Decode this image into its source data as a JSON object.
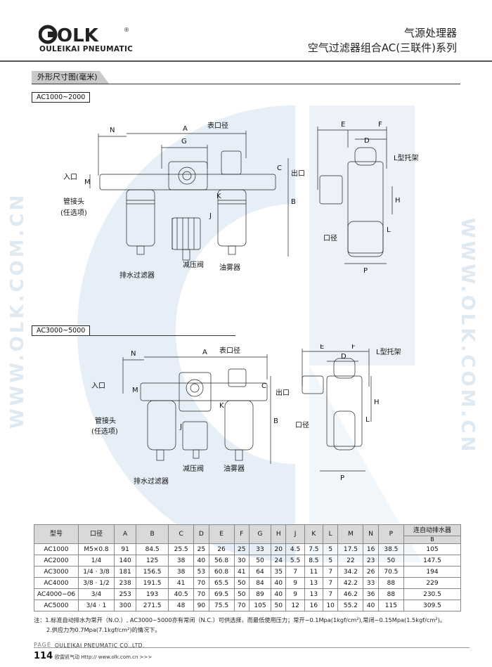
{
  "header": {
    "brand_name": "OLK",
    "brand_sub": "OULEIKAI PNEUMATIC",
    "reg_mark": "®",
    "title_line1": "气源处理器",
    "title_line2": "空气过滤器组合AC(三联件)系列"
  },
  "watermark": {
    "text": "WWW.OLK.COM.CN"
  },
  "section": {
    "title": "外形尺寸图(毫米)",
    "drawing1_label": "AC1000~2000",
    "drawing2_label": "AC3000~5000"
  },
  "drawing1": {
    "dims": [
      "N",
      "A",
      "G",
      "M",
      "C",
      "J",
      "K",
      "B",
      "E",
      "F",
      "D",
      "H",
      "L",
      "P"
    ],
    "callouts": {
      "inlet": "入口",
      "gauge_port": "表口径",
      "outlet": "出口",
      "pipe_joint": "管接头",
      "optional": "(任选项)",
      "regulator": "减压阀",
      "lubricator": "油雾器",
      "drain_filter": "排水过滤器",
      "l_bracket": "L型托架",
      "port_size": "口径"
    }
  },
  "drawing2": {
    "dims": [
      "N",
      "A",
      "M",
      "C",
      "J",
      "K",
      "B",
      "E",
      "F",
      "D",
      "H",
      "L",
      "P"
    ],
    "callouts": {
      "inlet": "入口",
      "gauge_port": "表口径",
      "outlet": "出口",
      "pipe_joint": "管接头",
      "optional": "(任选项)",
      "regulator": "减压阀",
      "lubricator": "油雾器",
      "drain_filter": "排水过滤器",
      "l_bracket": "L型托架",
      "port_size": "口径"
    }
  },
  "table": {
    "headers": [
      "型号",
      "口径",
      "A",
      "B",
      "C",
      "D",
      "E",
      "F",
      "G",
      "H",
      "J",
      "K",
      "L",
      "M",
      "N",
      "P",
      "连自动排水器"
    ],
    "sub_header": "B",
    "rows": [
      [
        "AC1000",
        "M5×0.8",
        "91",
        "84.5",
        "25.5",
        "25",
        "26",
        "25",
        "33",
        "20",
        "4.5",
        "7.5",
        "5",
        "17.5",
        "16",
        "38.5",
        "105"
      ],
      [
        "AC2000",
        "1/4",
        "140",
        "125",
        "38",
        "40",
        "56.8",
        "30",
        "50",
        "24",
        "5.5",
        "8.5",
        "5",
        "22",
        "23",
        "50",
        "147.5"
      ],
      [
        "AC3000",
        "1/4 · 3/8",
        "181",
        "156.5",
        "38",
        "53",
        "60.8",
        "41",
        "64",
        "35",
        "7",
        "11",
        "7",
        "34.2",
        "26",
        "70.5",
        "194"
      ],
      [
        "AC4000",
        "3/8 · 1/2",
        "238",
        "191.5",
        "41",
        "70",
        "65.5",
        "50",
        "84",
        "40",
        "9",
        "13",
        "7",
        "42.2",
        "33",
        "88",
        "229"
      ],
      [
        "AC4000−06",
        "3/4",
        "253",
        "193",
        "40.5",
        "70",
        "69.5",
        "50",
        "89",
        "40",
        "9",
        "13",
        "7",
        "46.2",
        "36",
        "88",
        "230.5"
      ],
      [
        "AC5000",
        "3/4 · 1",
        "300",
        "271.5",
        "48",
        "90",
        "75.5",
        "70",
        "105",
        "50",
        "12",
        "16",
        "10",
        "55.2",
        "40",
        "115",
        "309.5"
      ]
    ]
  },
  "notes": {
    "line1": "注：1.标准自动排水为常开（N.O.）, AC3000~5000亦有常闭（N.C.）可供选择，而最低使用压力；常开−0.1Mpa(1kgf/cm²),常闭−0.15Mpa(1.5kgf/cm²)。",
    "line2": "2.供应力为0.7Mpa(7.1kgf/cm²)的情况下。"
  },
  "footer": {
    "page_label": "PAGE",
    "page_number": "114",
    "company": "OULEIKAI PNEUMATIC CO.,LTD.",
    "website": "欧雷凯气动  Http:// www.olk.com.cn  >>>"
  }
}
